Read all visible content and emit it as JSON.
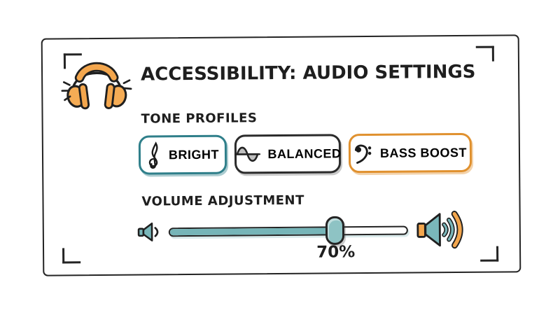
{
  "header": {
    "title": "ACCESSIBILITY: AUDIO SETTINGS",
    "icon": "headphones-icon"
  },
  "tone_profiles": {
    "label": "TONE PROFILES",
    "buttons": [
      {
        "label": "BRIGHT",
        "icon": "treble-clef-icon",
        "accent": "#2f7f8a"
      },
      {
        "label": "BALANCED",
        "icon": "sine-wave-icon",
        "accent": "#2b2b2b"
      },
      {
        "label": "BASS BOOST",
        "icon": "bass-clef-icon",
        "accent": "#e0912f"
      }
    ]
  },
  "volume": {
    "label": "VOLUME ADJUSTMENT",
    "percent": 70,
    "value_label": "70%",
    "min_icon": "speaker-low-icon",
    "max_icon": "speaker-loud-icon"
  },
  "colors": {
    "outline": "#242424",
    "orange": "#f3a64d",
    "orange_dark": "#eda03f",
    "teal": "#7ab7ba",
    "teal_dark": "#2f7f8a",
    "card_bg": "#ffffff"
  }
}
